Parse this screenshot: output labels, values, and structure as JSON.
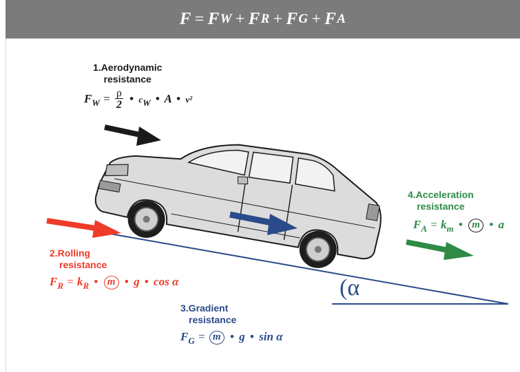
{
  "header": {
    "formula_lhs": "F",
    "eq": "=",
    "plus": "+",
    "terms": [
      {
        "sym": "F",
        "sub": "W"
      },
      {
        "sym": "F",
        "sub": "R"
      },
      {
        "sym": "F",
        "sub": "G"
      },
      {
        "sym": "F",
        "sub": "A"
      }
    ]
  },
  "aerodynamic": {
    "label_line1": "1.Aerodynamic",
    "label_line2": "resistance",
    "sym": "F",
    "sub": "W",
    "eq": "=",
    "frac_num": "ρ",
    "frac_den": "2",
    "cw": "c",
    "cw_sub": "W",
    "area": "A",
    "v2": "v²",
    "color": "#1a1a1a"
  },
  "rolling": {
    "label_line1": "2.Rolling",
    "label_line2": "resistance",
    "sym": "F",
    "sub": "R",
    "eq": "=",
    "k": "k",
    "k_sub": "R",
    "m": "m",
    "g": "g",
    "trig": "cos α",
    "color": "#ee3b2a"
  },
  "gradient": {
    "label_line1": "3.Gradient",
    "label_line2": "resistance",
    "sym": "F",
    "sub": "G",
    "eq": "=",
    "m": "m",
    "g": "g",
    "trig": "sin α",
    "color": "#2b4a8a"
  },
  "acceleration": {
    "label_line1": "4.Acceleration",
    "label_line2": "resistance",
    "sym": "F",
    "sub": "A",
    "eq": "=",
    "k": "k",
    "k_sub": "m",
    "m": "m",
    "a": "a",
    "color": "#2e8a46"
  },
  "angle_label": "(α",
  "dot": "•"
}
